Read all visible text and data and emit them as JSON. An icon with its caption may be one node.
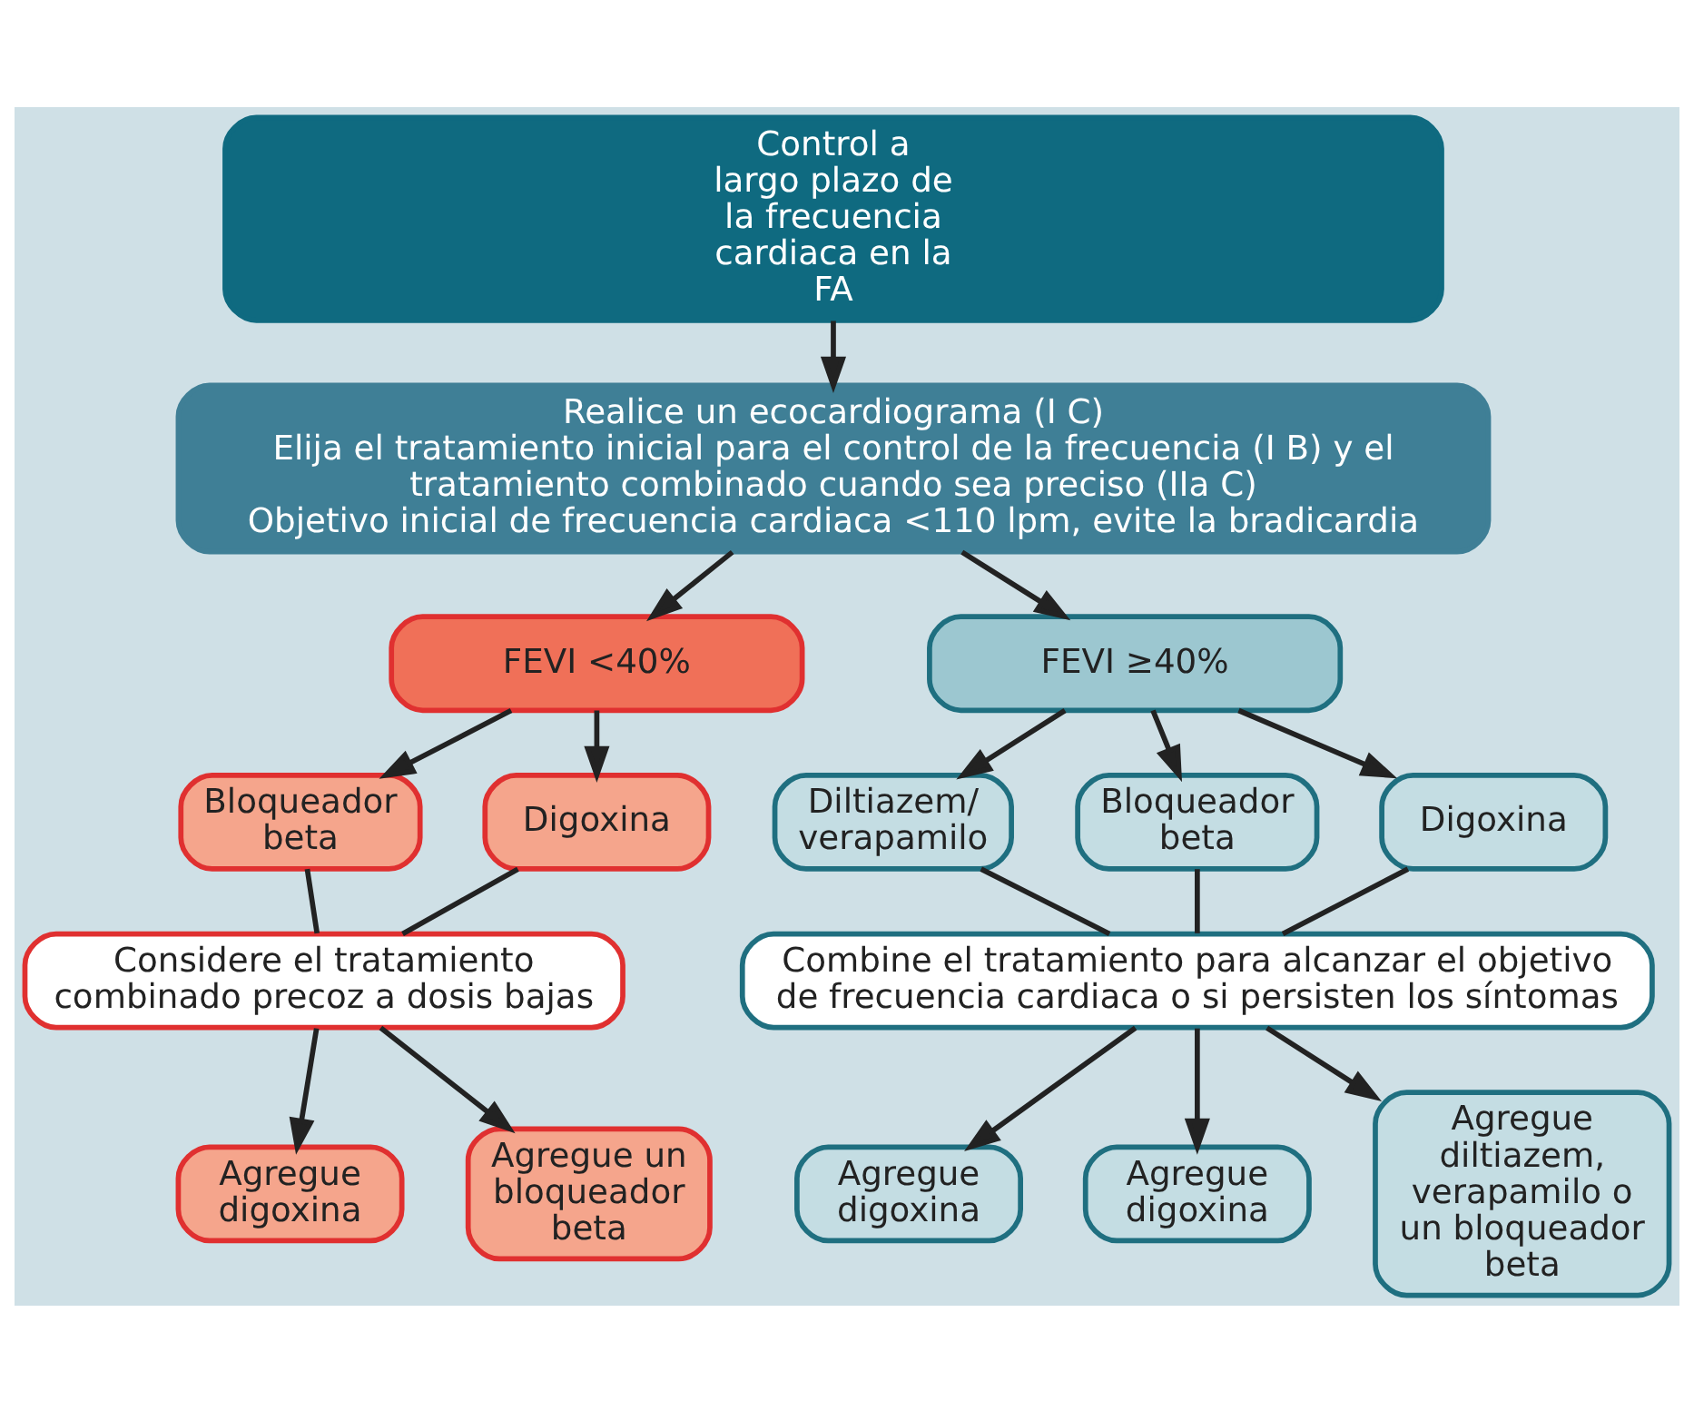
{
  "diagram": {
    "nodes": [
      {
        "text": [
          "Control a largo plazo de la frecuencia cardiaca en la FA"
        ]
      },
      {
        "text": [
          "Realice un ecocardiograma (I C)",
          "Elija el tratamiento inicial para el control de la frecuencia (I B) y el tratamiento combinado cuando sea preciso (IIa C)",
          "Objetivo inicial de frecuencia cardiaca <110 lpm, evite la bradicardia"
        ]
      },
      {
        "text": [
          "FEVI <40%"
        ]
      },
      {
        "text": [
          "FEVI ≥40%"
        ]
      },
      {
        "text": [
          "Bloqueador beta"
        ]
      },
      {
        "text": [
          "Digoxina"
        ]
      },
      {
        "text": [
          "Diltiazem/ verapamilo"
        ]
      },
      {
        "text": [
          "Bloqueador beta"
        ]
      },
      {
        "text": [
          "Digoxina"
        ]
      },
      {
        "text": [
          "Considere el tratamiento combinado precoz a dosis bajas"
        ]
      },
      {
        "text": [
          "Combine el tratamiento para alcanzar el objetivo de frecuencia cardiaca o si persisten los síntomas"
        ]
      },
      {
        "text": [
          "Agregue digoxina"
        ]
      },
      {
        "text": [
          "Agregue un bloqueador beta"
        ]
      },
      {
        "text": [
          "Agregue digoxina"
        ]
      },
      {
        "text": [
          "Agregue digoxina"
        ]
      },
      {
        "text": [
          "Agregue diltiazem, verapamilo o un bloqueador beta"
        ]
      }
    ],
    "edges": [
      {
        "from": 0,
        "to": 1,
        "arrow": "to"
      },
      {
        "from": 1,
        "to": 2,
        "arrow": "to"
      },
      {
        "from": 1,
        "to": 3,
        "arrow": "to"
      },
      {
        "from": 2,
        "to": 4,
        "arrow": "to"
      },
      {
        "from": 2,
        "to": 5,
        "arrow": "to"
      },
      {
        "from": 3,
        "to": 6,
        "arrow": "to"
      },
      {
        "from": 3,
        "to": 7,
        "arrow": "to"
      },
      {
        "from": 3,
        "to": 8,
        "arrow": "to"
      },
      {
        "from": 4,
        "to": 9,
        "arrow": "none"
      },
      {
        "from": 5,
        "to": 9,
        "arrow": "none"
      },
      {
        "from": 6,
        "to": 10,
        "arrow": "none"
      },
      {
        "from": 7,
        "to": 10,
        "arrow": "none"
      },
      {
        "from": 8,
        "to": 10,
        "arrow": "none"
      },
      {
        "from": 9,
        "to": 11,
        "arrow": "to"
      },
      {
        "from": 9,
        "to": 12,
        "arrow": "to"
      },
      {
        "from": 10,
        "to": 13,
        "arrow": "to"
      },
      {
        "from": 10,
        "to": 14,
        "arrow": "to"
      },
      {
        "from": 10,
        "to": 15,
        "arrow": "to"
      }
    ]
  }
}
